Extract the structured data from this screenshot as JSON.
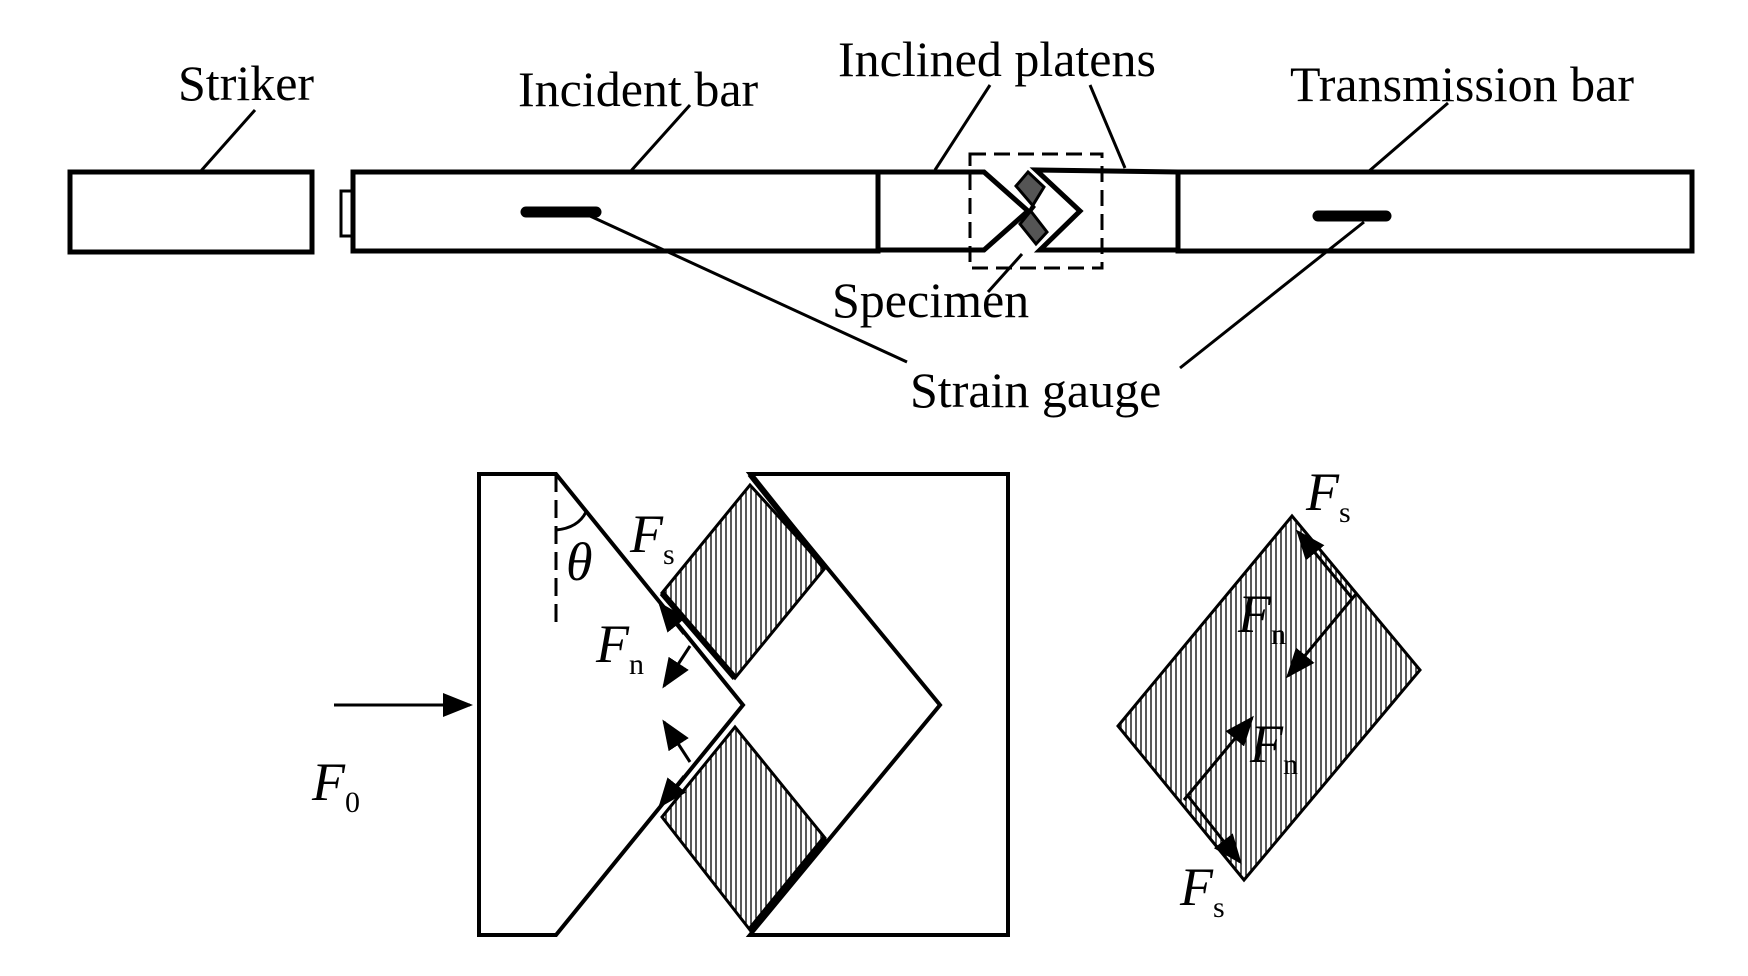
{
  "labels": {
    "striker": "Striker",
    "incident_bar": "Incident bar",
    "inclined_platens": "Inclined platens",
    "transmission_bar": "Transmission bar",
    "specimen": "Specimen",
    "strain_gauge": "Strain gauge"
  },
  "forces": {
    "F0": {
      "symbol": "F",
      "sub": "0"
    },
    "Fs": {
      "symbol": "F",
      "sub": "s"
    },
    "Fn": {
      "symbol": "F",
      "sub": "n"
    },
    "theta": "θ"
  },
  "colors": {
    "line": "#000000",
    "hatch": "#000000",
    "specimen_fill": "#555555",
    "background": "#ffffff"
  }
}
